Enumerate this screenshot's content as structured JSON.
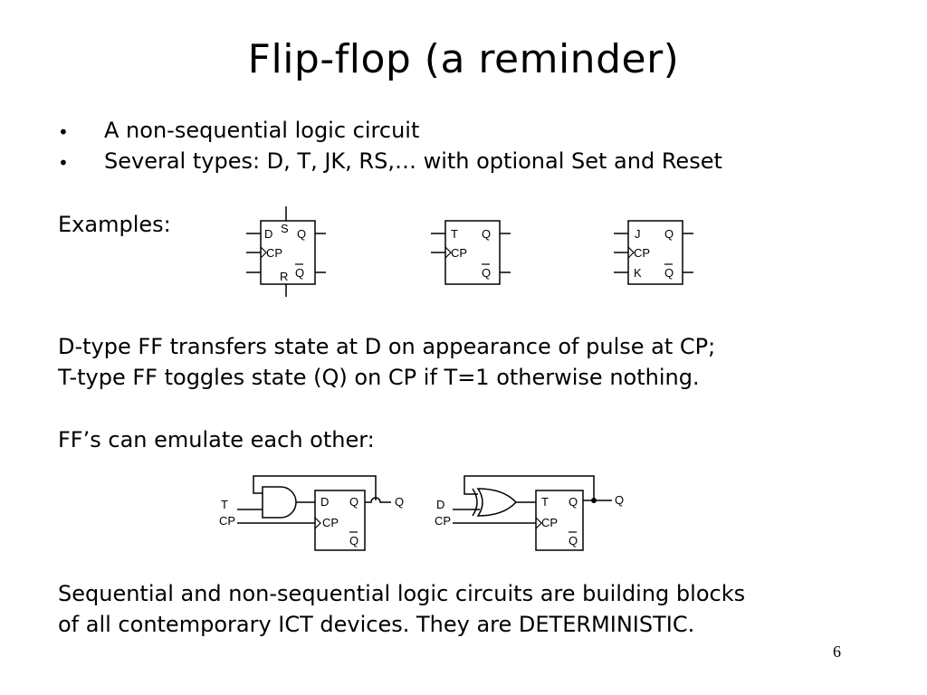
{
  "title": "Flip-flop (a reminder)",
  "bullets": [
    {
      "symbol": "•",
      "text": "A non-sequential logic circuit"
    },
    {
      "symbol": "•",
      "text": "Several types: D, T, JK, RS,… with optional Set and Reset"
    }
  ],
  "examples_label": "Examples:",
  "flipflops": {
    "d": {
      "in1": "D",
      "set": "S",
      "clk": "CP",
      "reset": "R",
      "q": "Q",
      "qbar": "Q"
    },
    "t": {
      "in1": "T",
      "clk": "CP",
      "q": "Q",
      "qbar": "Q"
    },
    "jk": {
      "in1": "J",
      "clk": "CP",
      "in2": "K",
      "q": "Q",
      "qbar": "Q"
    }
  },
  "paragraph1": [
    "D-type FF transfers state at D on appearance of pulse at CP;",
    "T-type FF toggles state (Q) on CP if T=1 otherwise nothing."
  ],
  "emulate_label": "FF’s can emulate each other:",
  "emulation": {
    "left": {
      "in_t": "T",
      "in_cp": "CP",
      "ff_d": "D",
      "ff_q": "Q",
      "ff_cp": "CP",
      "ff_qbar": "Q",
      "out": "Q"
    },
    "right": {
      "in_d": "D",
      "in_cp": "CP",
      "ff_t": "T",
      "ff_q": "Q",
      "ff_cp": "CP",
      "ff_qbar": "Q",
      "out": "Q"
    }
  },
  "paragraph2": [
    "Sequential and non-sequential logic circuits are building blocks",
    "of all contemporary ICT devices. They are DETERMINISTIC."
  ],
  "page_number": "6"
}
